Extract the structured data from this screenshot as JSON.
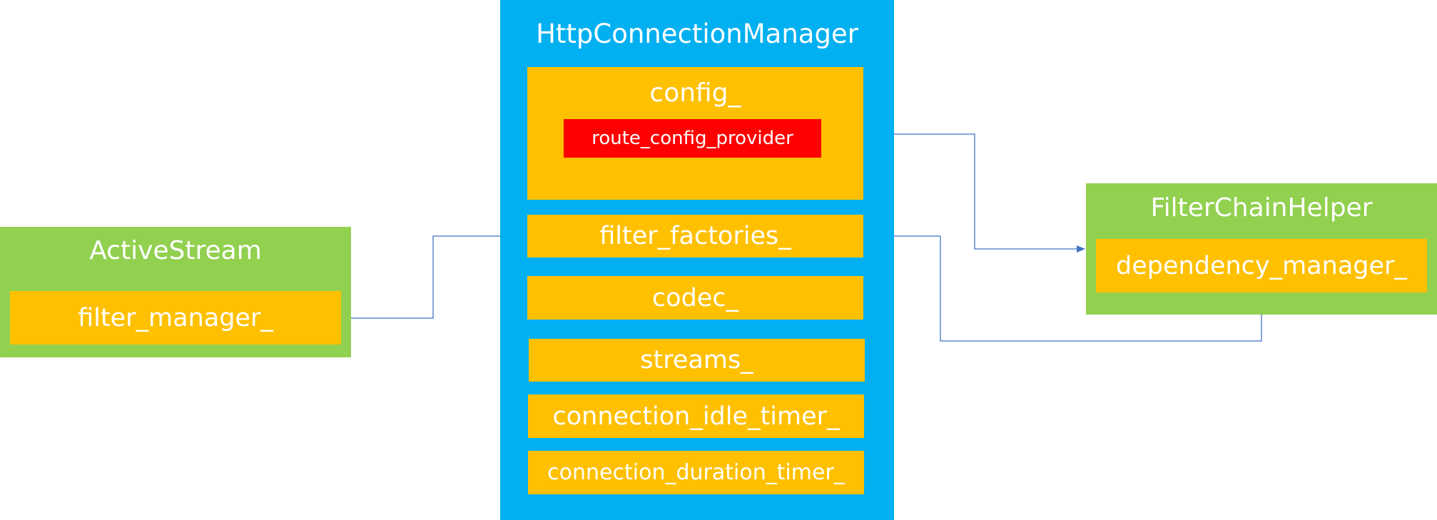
{
  "http_connection_manager": {
    "title": "HttpConnectionManager",
    "config": {
      "label": "config_",
      "route_config_provider": "route_config_provider"
    },
    "fields": [
      "filter_factories_",
      "codec_",
      "streams_",
      "connection_idle_timer_",
      "connection_duration_timer_"
    ]
  },
  "active_stream": {
    "title": "ActiveStream",
    "field": "filter_manager_"
  },
  "filter_chain_helper": {
    "title": "FilterChainHelper",
    "field": "dependency_manager_"
  },
  "colors": {
    "container_blue": "#00b0f0",
    "side_green": "#92d050",
    "field_gold": "#ffc000",
    "highlight_red": "#ff0000",
    "arrow_blue": "#4472c4",
    "text": "#ffffff"
  }
}
